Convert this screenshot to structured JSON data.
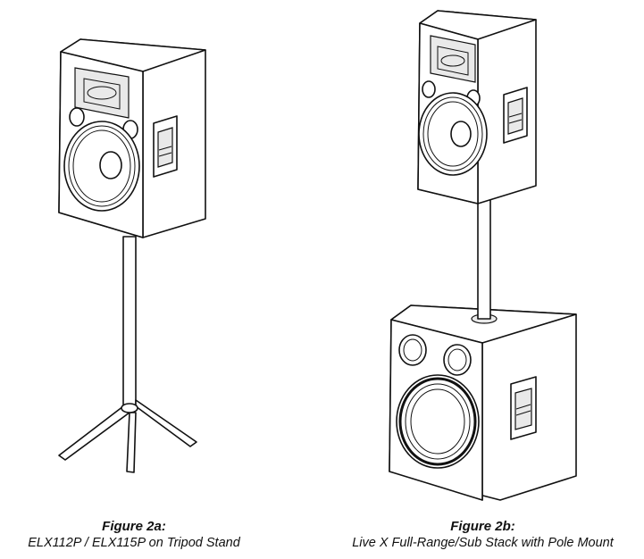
{
  "figures": [
    {
      "id": "2a",
      "title": "Figure 2a:",
      "caption": "ELX112P / ELX115P on Tripod Stand"
    },
    {
      "id": "2b",
      "title": "Figure 2b:",
      "caption": "Live X Full-Range/Sub Stack with Pole Mount"
    }
  ]
}
